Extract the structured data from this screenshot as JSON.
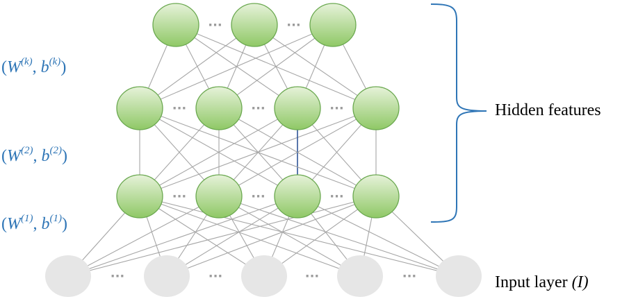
{
  "labels": {
    "hidden_features": "Hidden features",
    "input_layer": "Input layer",
    "input_symbol": "(I)",
    "ellipsis": "···"
  },
  "params": [
    {
      "w": "W",
      "b": "b",
      "sup": "(k)"
    },
    {
      "w": "W",
      "b": "b",
      "sup": "(2)"
    },
    {
      "w": "W",
      "b": "b",
      "sup": "(1)"
    }
  ],
  "colors": {
    "hidden_node_fill_light": "#e6f2d9",
    "hidden_node_fill_dark": "#8fc866",
    "hidden_node_stroke": "#6aa84f",
    "input_node_fill": "#e6e6e6",
    "edge": "#a6a6a6",
    "highlight_edge": "#2f5597",
    "brace": "#2e75b6",
    "param_text": "#2e75b6",
    "ellipsis": "#999999"
  }
}
